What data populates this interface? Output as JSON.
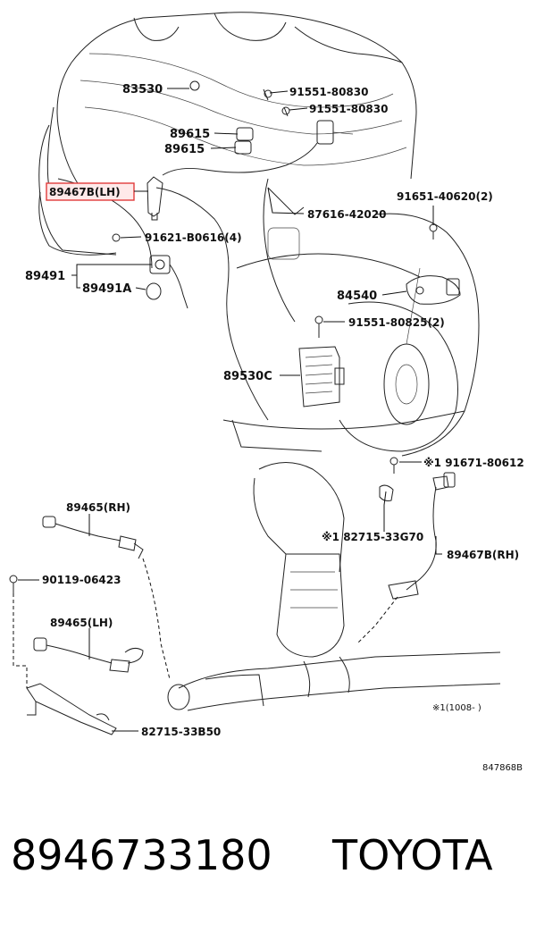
{
  "labels": {
    "l83530": "83530",
    "l91551_80830_a": "91551-80830",
    "l91551_80830_b": "91551-80830",
    "l89615_a": "89615",
    "l89615_b": "89615",
    "l89467B_LH": "89467B(LH)",
    "l87616_42020": "87616-42020",
    "l91651_40620": "91651-40620(2)",
    "l91621_B0616": "91621-B0616(4)",
    "l89491": "89491",
    "l89491A": "89491A",
    "l84540": "84540",
    "l91551_80825": "91551-80825(2)",
    "l89530C": "89530C",
    "l91671_80612": "※1 91671-80612",
    "l89465_RH": "89465(RH)",
    "l82715_33G70": "※1 82715-33G70",
    "l89467B_RH": "89467B(RH)",
    "l90119_06423": "90119-06423",
    "l89465_LH": "89465(LH)",
    "l82715_33B50": "82715-33B50",
    "note_1008": "※1(1008-     )",
    "diagram_code": "847868B"
  },
  "footer": {
    "part_number": "8946733180",
    "brand": "TOYOTA"
  },
  "colors": {
    "highlight_border": "#e23b3b",
    "highlight_fill": "#ffe9e9",
    "line": "#222222"
  }
}
